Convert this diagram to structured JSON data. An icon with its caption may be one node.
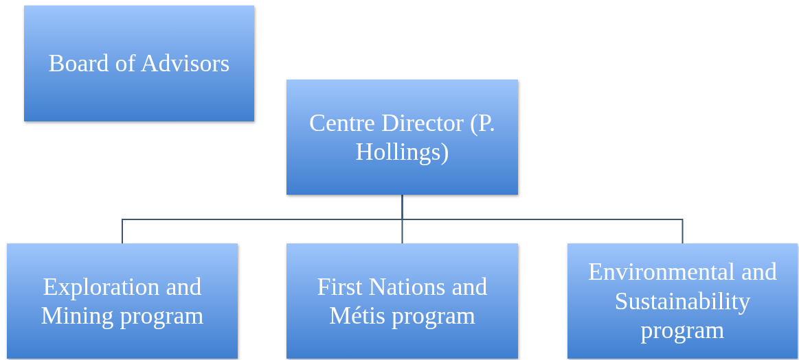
{
  "diagram": {
    "nodes": [
      {
        "text": [
          "Board of Advisors"
        ]
      },
      {
        "text": [
          "Centre Director (P. Hollings)"
        ]
      },
      {
        "text": [
          "Exploration and Mining program"
        ]
      },
      {
        "text": [
          "First Nations and Métis program"
        ]
      },
      {
        "text": [
          "Environmental and Sustainability program"
        ]
      }
    ],
    "edges": [
      {
        "from": 1,
        "to": 2,
        "arrow": "none"
      },
      {
        "from": 1,
        "to": 3,
        "arrow": "none"
      },
      {
        "from": 1,
        "to": 4,
        "arrow": "none"
      }
    ]
  }
}
